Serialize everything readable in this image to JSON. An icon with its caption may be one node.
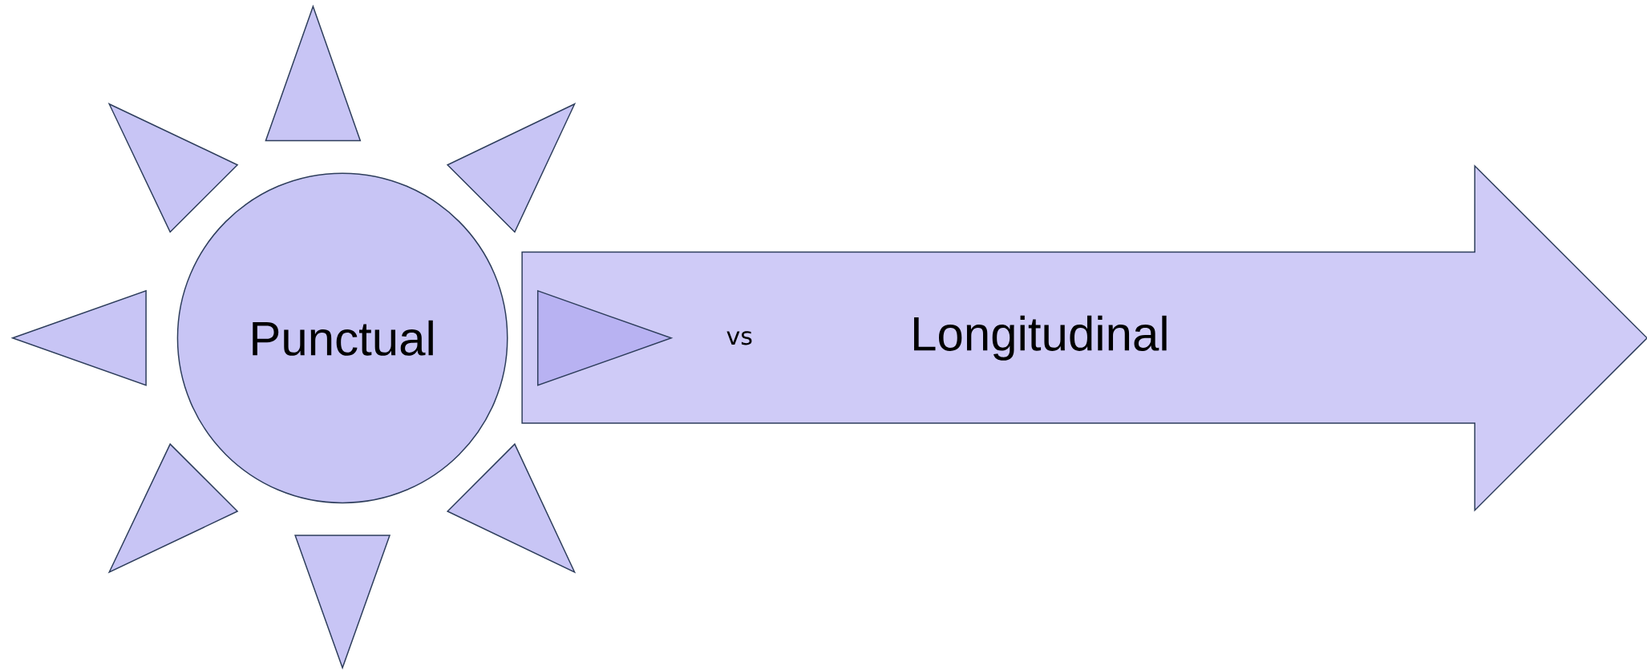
{
  "diagram": {
    "nodes": [
      {
        "text": [
          "Punctual"
        ]
      },
      {
        "text": [
          "vs",
          "Longitudinal"
        ]
      }
    ]
  }
}
